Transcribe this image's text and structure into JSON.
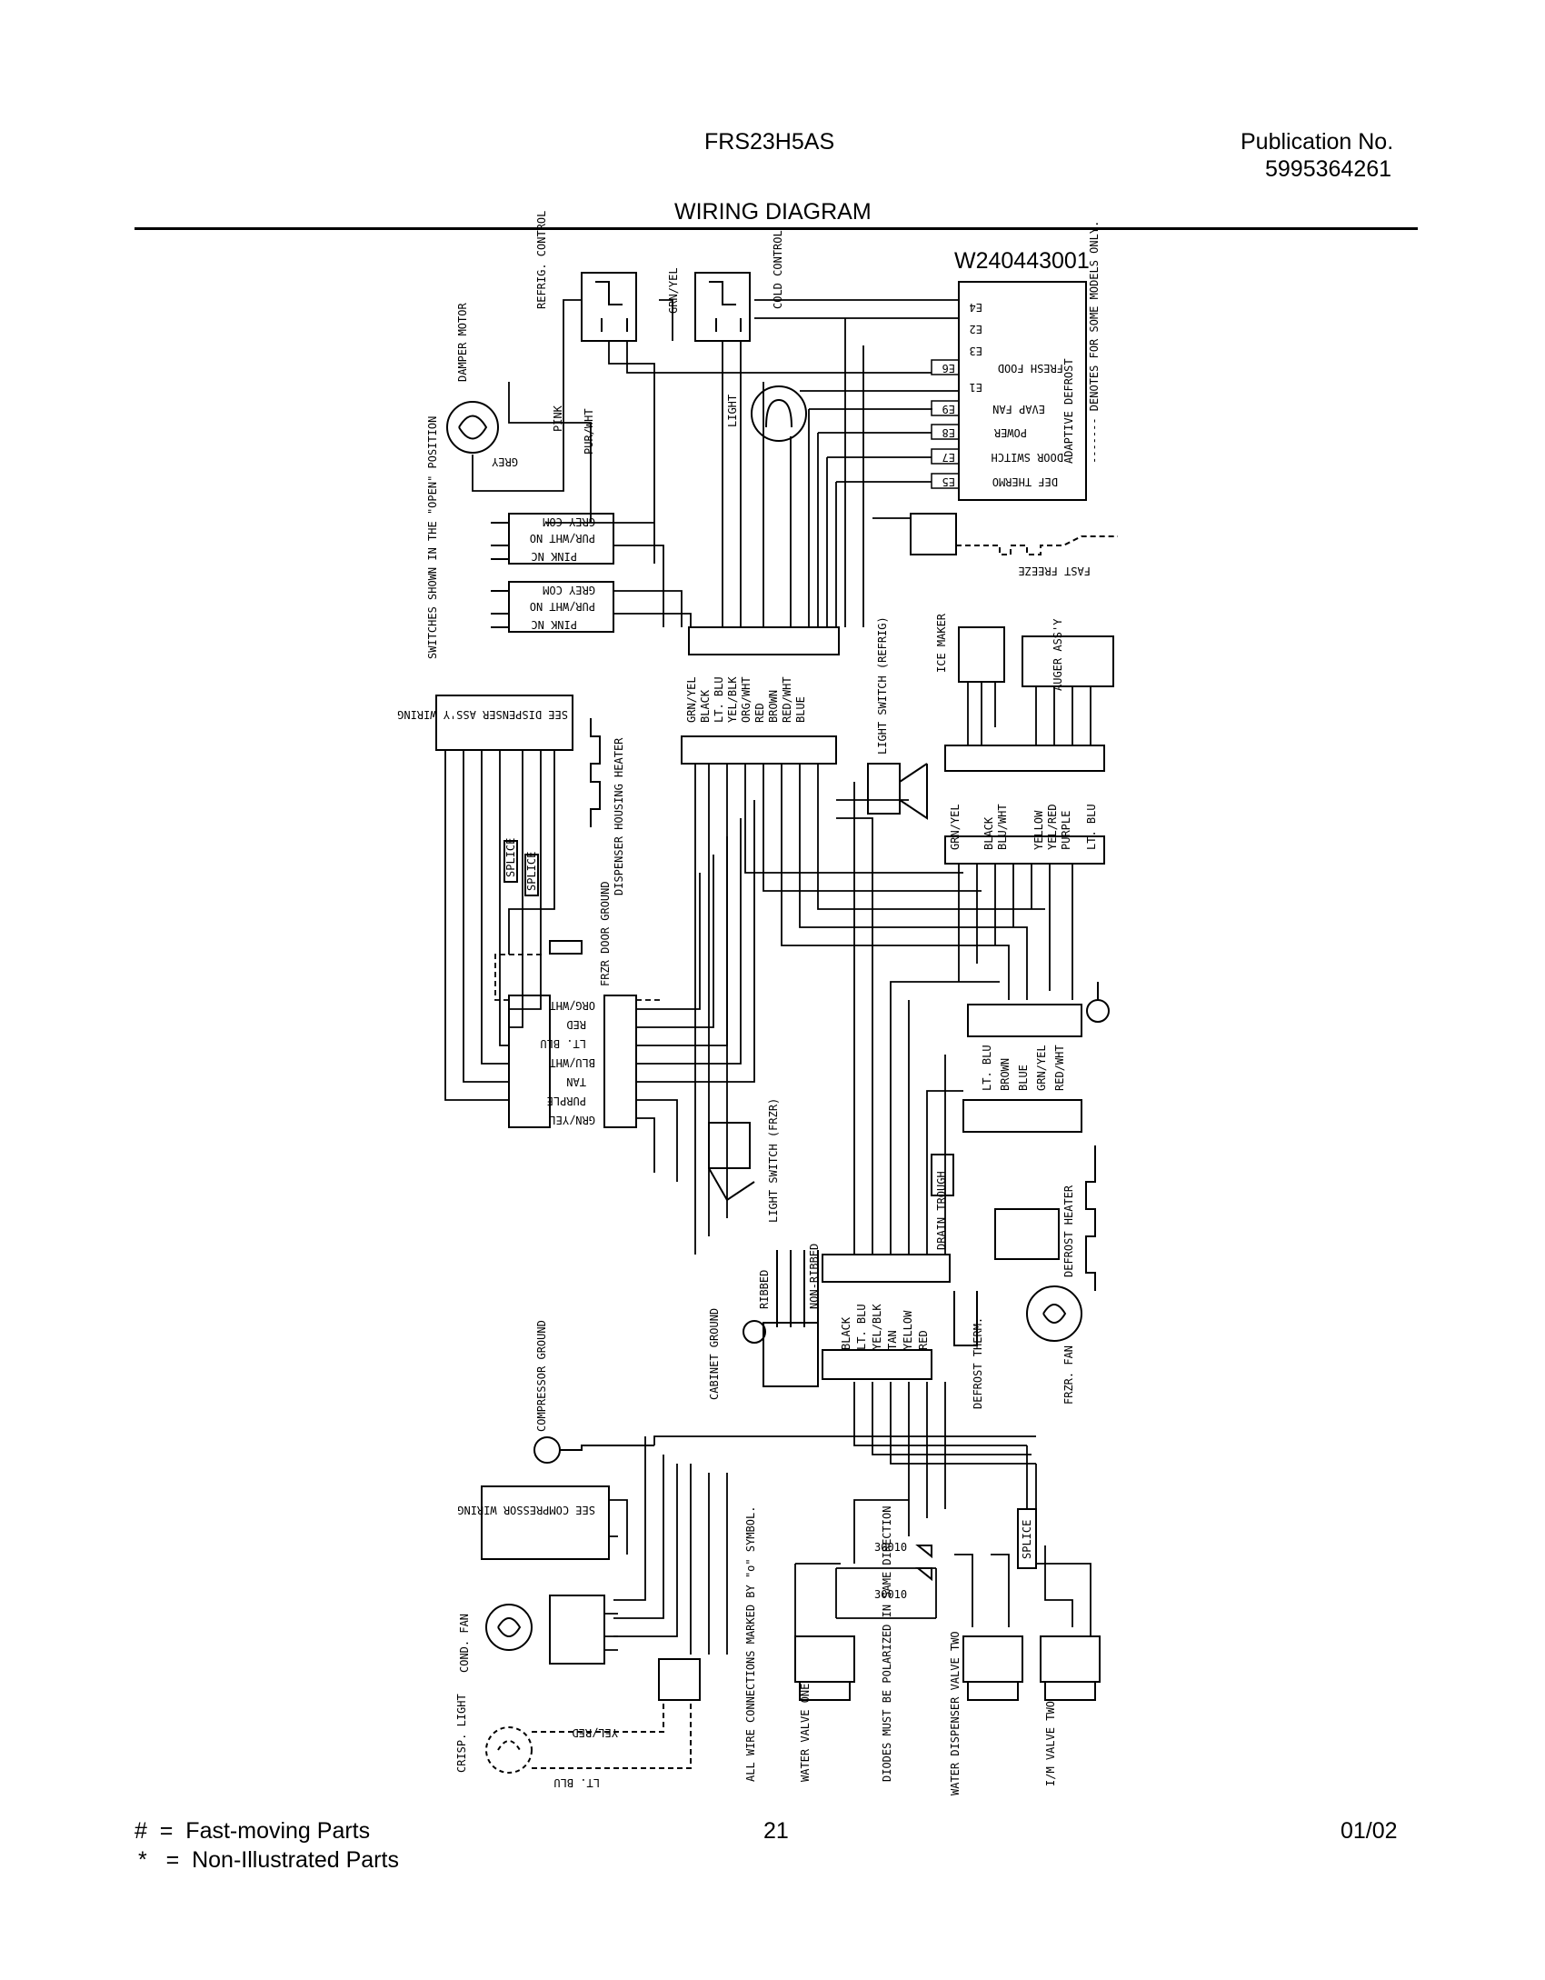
{
  "header": {
    "model": "FRS23H5AS",
    "publication_label": "Publication No.",
    "publication_number": "5995364261",
    "title": "WIRING DIAGRAM"
  },
  "diagram": {
    "part_number": "W240443001",
    "board_terminals": [
      "E4",
      "E2",
      "E3",
      "E6",
      "E1",
      "E9",
      "E8",
      "E7",
      "E5"
    ],
    "board_labels": [
      "FRESH FOOD",
      "EVAP FAN",
      "POWER",
      "DOOR SWITCH",
      "DEF THERMO"
    ],
    "board_title": "ADAPTIVE DEFROST",
    "board_note": "------- DENOTES FOR SOME MODELS ONLY.",
    "fast_freeze": "FAST FREEZE",
    "refrig_control": "REFRIG. CONTROL",
    "cold_control": "COLD CONTROL",
    "grn_yel": "GRN/YEL",
    "damper_motor": "DAMPER MOTOR",
    "switches_note": "SWITCHES SHOWN IN THE \"OPEN\" POSITION",
    "grey": "GREY",
    "pink": "PINK",
    "pur_wht": "PUR/WHT",
    "light": "LIGHT",
    "damper_switch_rows": [
      "GREY COM",
      "PUR/WHT NO",
      "PINK NC"
    ],
    "center_connector_colors": [
      "GRN/YEL",
      "BLACK",
      "LT. BLU",
      "YEL/BLK",
      "ORG/WHT",
      "RED",
      "BROWN",
      "RED/WHT",
      "BLUE"
    ],
    "light_switch_refrig": "LIGHT SWITCH (REFRIG)",
    "ice_maker": "ICE MAKER",
    "auger_assy": "AUGER ASS'Y",
    "right_connector_colors": [
      "GRN/YEL",
      "BLACK",
      "BLU/WHT",
      "YELLOW",
      "YEL/RED",
      "PURPLE",
      "LT. BLU"
    ],
    "see_dispenser_wiring": "SEE DISPENSER ASS'Y WIRING",
    "dispenser_housing_heater": "DISPENSER HOUSING HEATER",
    "splice": "SPLICE",
    "frzr_door_ground": "FRZR DOOR GROUND",
    "left_connector_colors": [
      "ORG/WHT",
      "RED",
      "LT. BLU",
      "BLU/WHT",
      "TAN",
      "PURPLE",
      "GRN/YEL"
    ],
    "lower_right_connector_colors": [
      "LT. BLU",
      "BROWN",
      "BLUE",
      "GRN/YEL",
      "RED/WHT"
    ],
    "light_switch_frzr": "LIGHT SWITCH (FRZR)",
    "drain_trough": "DRAIN TROUGH",
    "defrost_heater": "DEFROST HEATER",
    "ribbed": "RIBBED",
    "non_ribbed": "NON-RIBBED",
    "cabinet_ground": "CABINET GROUND",
    "lower_center_colors": [
      "BLACK",
      "LT. BLU",
      "YEL/BLK",
      "TAN",
      "YELLOW",
      "RED"
    ],
    "defrost_therm": "DEFROST THERM.",
    "frzr_fan": "FRZR. FAN",
    "compressor_ground": "COMPRESSOR GROUND",
    "see_compressor_wiring": "SEE COMPRESSOR WIRING",
    "diode_top": "30010",
    "diode_bottom": "30010",
    "cond_fan": "COND. FAN",
    "all_wire_note": "ALL WIRE CONNECTIONS MARKED BY \"o\" SYMBOL.",
    "diodes_note": "DIODES MUST BE POLARIZED IN SAME DIRECTION",
    "yel_red": "YEL/RED",
    "lt_blu": "LT. BLU",
    "crisp_light": "CRISP. LIGHT",
    "water_valve_one": "WATER VALVE ONE",
    "water_dispenser_valve_two": "WATER DISPENSER VALVE TWO",
    "im_valve_two": "I/M VALVE TWO"
  },
  "footer": {
    "legend": [
      {
        "symbol": "#",
        "text": "Fast-moving Parts"
      },
      {
        "symbol": "*",
        "text": "Non-Illustrated Parts"
      }
    ],
    "page_number": "21",
    "date": "01/02"
  }
}
